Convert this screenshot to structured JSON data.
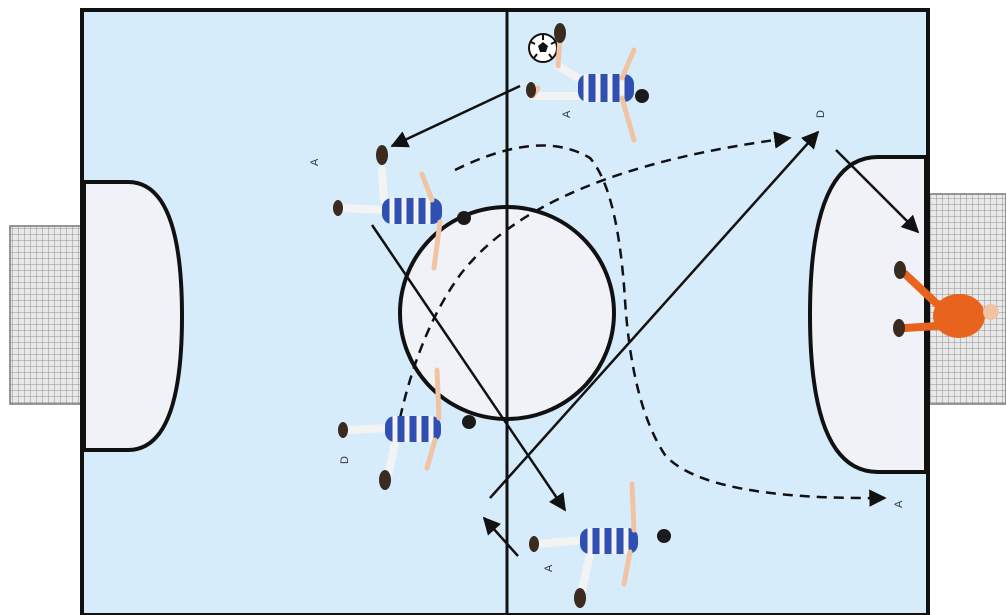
{
  "colors": {
    "pitch": "#d6ecfb",
    "area": "#f1f2f7",
    "line": "#111111",
    "net": "#9c9c9c",
    "kit_stripe": "#2f4fb2",
    "kit_white": "#f3f3f3",
    "goalkeeper": "#e8641e",
    "skin": "#f0c4a2"
  },
  "icons": {
    "ball": "soccer-ball-icon",
    "player": "player-icon",
    "goalkeeper": "goalkeeper-icon"
  },
  "labels": {
    "player_top": "A",
    "player_left": "A",
    "player_bottom_left": "D",
    "player_bottom": "A",
    "point_right": "D",
    "point_bottom_right": "A"
  }
}
